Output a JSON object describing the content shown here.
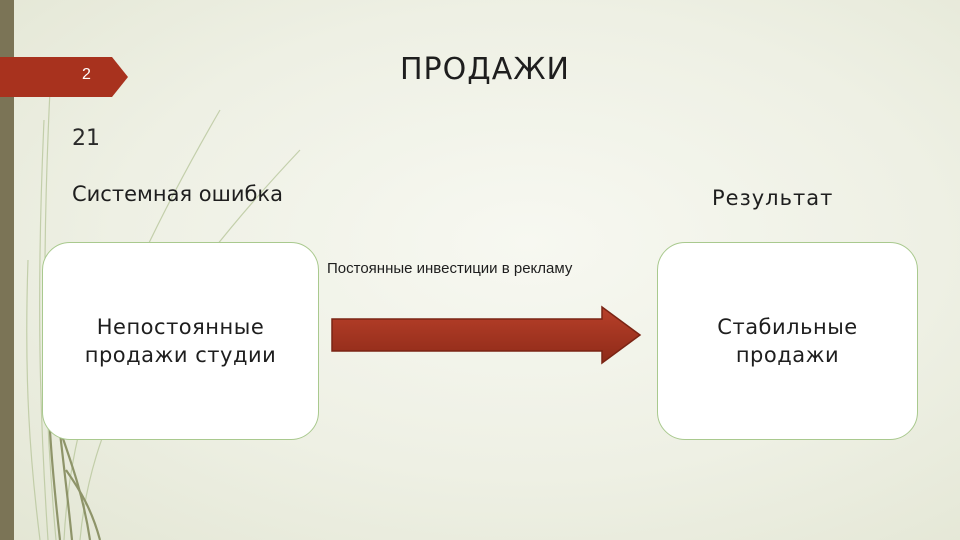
{
  "slide": {
    "number": "2",
    "title": "ПРОДАЖИ",
    "subtitle": "21"
  },
  "diagram": {
    "left_heading": "Системная ошибка",
    "right_heading": "Результат",
    "left_box": "Непостоянные\nпродажи студии",
    "right_box": "Стабильные\nпродажи",
    "arrow_label": "Постоянные инвестиции в рекламу"
  },
  "colors": {
    "accent": "#a8321e",
    "box_border": "#a9c98e",
    "sidebar": "#7b7456"
  }
}
